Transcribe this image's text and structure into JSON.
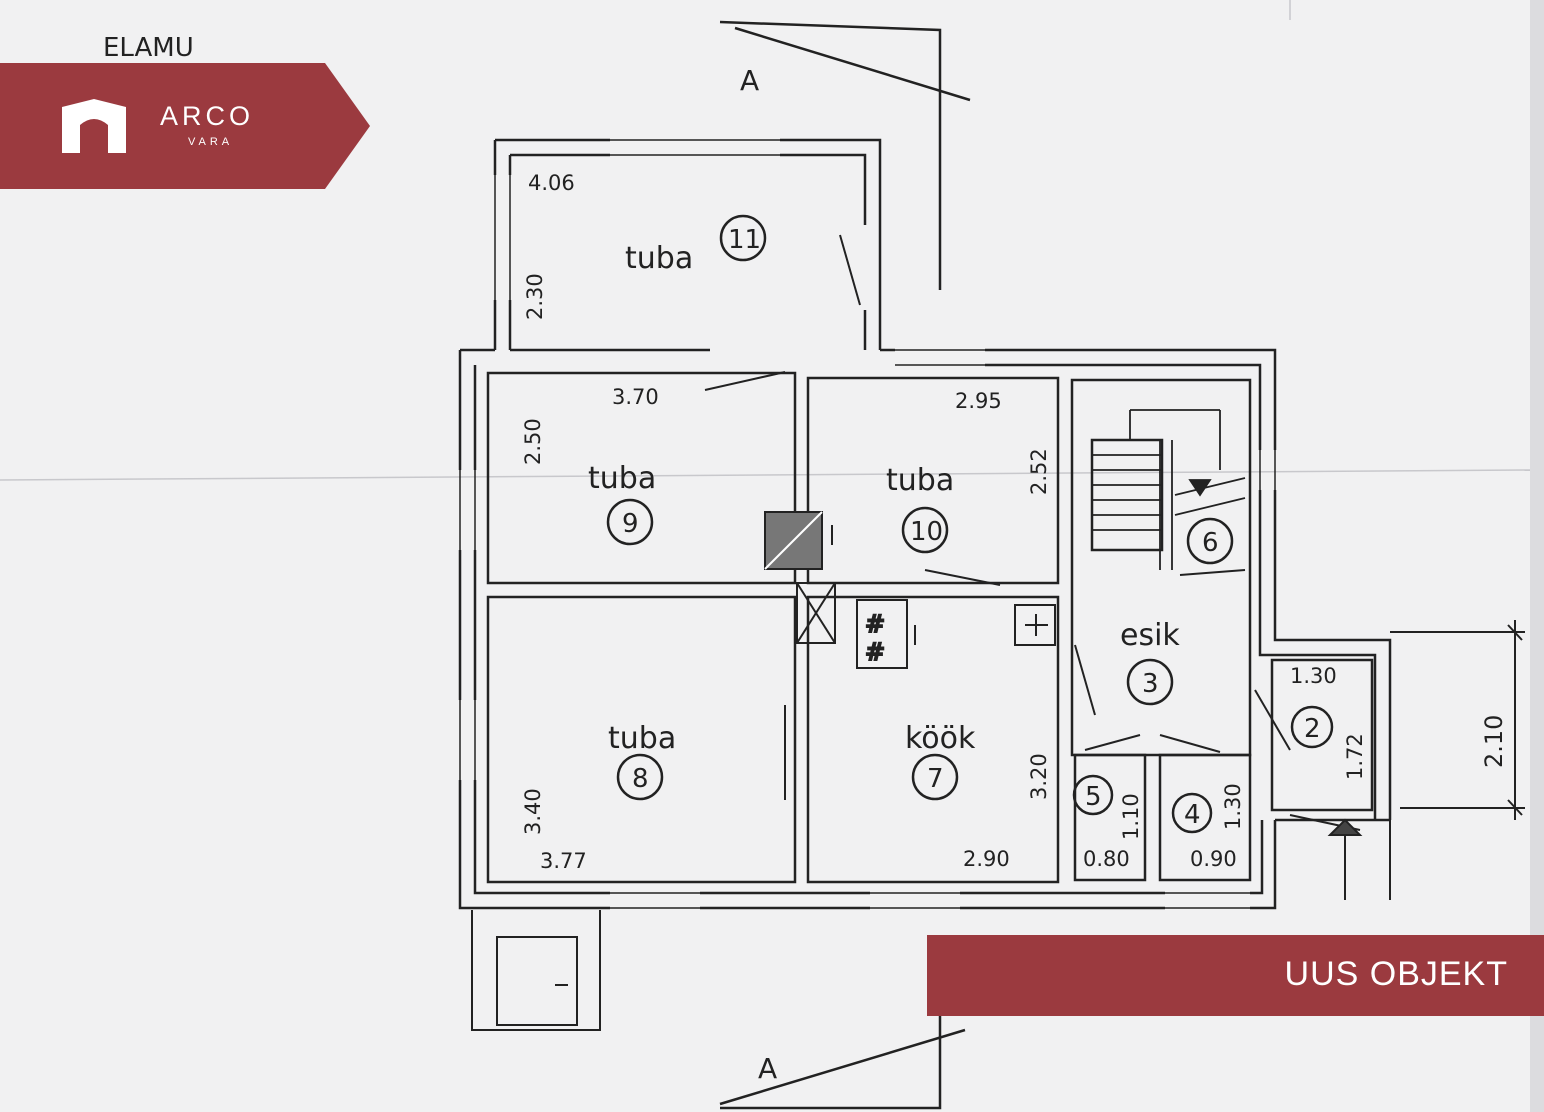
{
  "plan": {
    "heading": "ELAMU",
    "section_marker_top": "A",
    "section_marker_bottom": "A",
    "rooms": [
      {
        "name": "tuba",
        "number": "11"
      },
      {
        "name": "tuba",
        "number": "9"
      },
      {
        "name": "tuba",
        "number": "10"
      },
      {
        "name": "tuba",
        "number": "8"
      },
      {
        "name": "köök",
        "number": "7"
      },
      {
        "name": "esik",
        "number": "3"
      },
      {
        "number": "6"
      },
      {
        "number": "5"
      },
      {
        "number": "4"
      },
      {
        "number": "2"
      }
    ],
    "dimensions": {
      "r11_width": "4.06",
      "r11_depth": "2.30",
      "r9_width": "3.70",
      "r9_depth": "2.50",
      "r10_width": "2.95",
      "r10_depth": "2.52",
      "r8_depth": "3.40",
      "r8_width": "3.77",
      "r7_depth": "3.20",
      "r7_width": "2.90",
      "r5_depth": "1.10",
      "r5_width": "0.80",
      "r4_depth": "1.30",
      "r4_width": "0.90",
      "r2_width": "1.30",
      "r2_depth": "1.72",
      "outer_height": "2.10"
    }
  },
  "brand": {
    "name": "ARCO",
    "sub": "VARA"
  },
  "badge": {
    "label": "UUS OBJEKT"
  },
  "colors": {
    "brand": "#9b3a3f",
    "paper": "#f1f1f2",
    "ink": "#222222"
  }
}
